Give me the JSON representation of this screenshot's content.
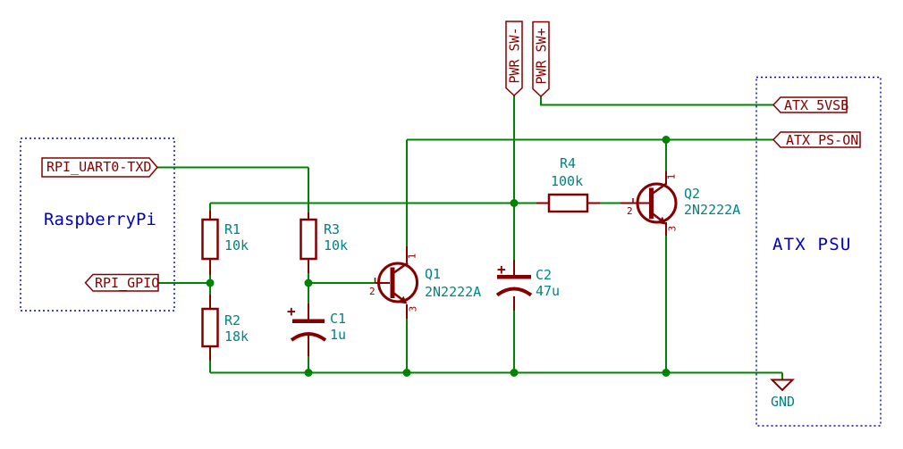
{
  "schematic": {
    "colors": {
      "background": "#FFFFFF",
      "wire_green": "#008400",
      "symbol_maroon": "#840000",
      "value_teal": "#008484",
      "note_blue": "#0000C4"
    },
    "blocks": {
      "raspberrypi": {
        "title": "RaspberryPi"
      },
      "atx_psu": {
        "title": "ATX PSU"
      }
    },
    "net_labels": {
      "rpi_uart0_txd": "RPI_UART0-TXD",
      "rpi_gpio": "RPI_GPIO",
      "pwr_sw_minus": "PWR_SW-",
      "pwr_sw_plus": "PWR_SW+",
      "atx_5vsb": "ATX_5VSB",
      "atx_ps_on": "ATX_PS-ON",
      "gnd": "GND"
    },
    "components": {
      "r1": {
        "ref": "R1",
        "value": "10k"
      },
      "r2": {
        "ref": "R2",
        "value": "18k"
      },
      "r3": {
        "ref": "R3",
        "value": "10k"
      },
      "r4": {
        "ref": "R4",
        "value": "100k"
      },
      "c1": {
        "ref": "C1",
        "value": "1u",
        "polarity": "+"
      },
      "c2": {
        "ref": "C2",
        "value": "47u",
        "polarity": "+"
      },
      "q1": {
        "ref": "Q1",
        "value": "2N2222A",
        "pins": {
          "collector": "1",
          "base": "2",
          "emitter": "3"
        }
      },
      "q2": {
        "ref": "Q2",
        "value": "2N2222A",
        "pins": {
          "collector": "1",
          "base": "2",
          "emitter": "3"
        }
      }
    }
  }
}
